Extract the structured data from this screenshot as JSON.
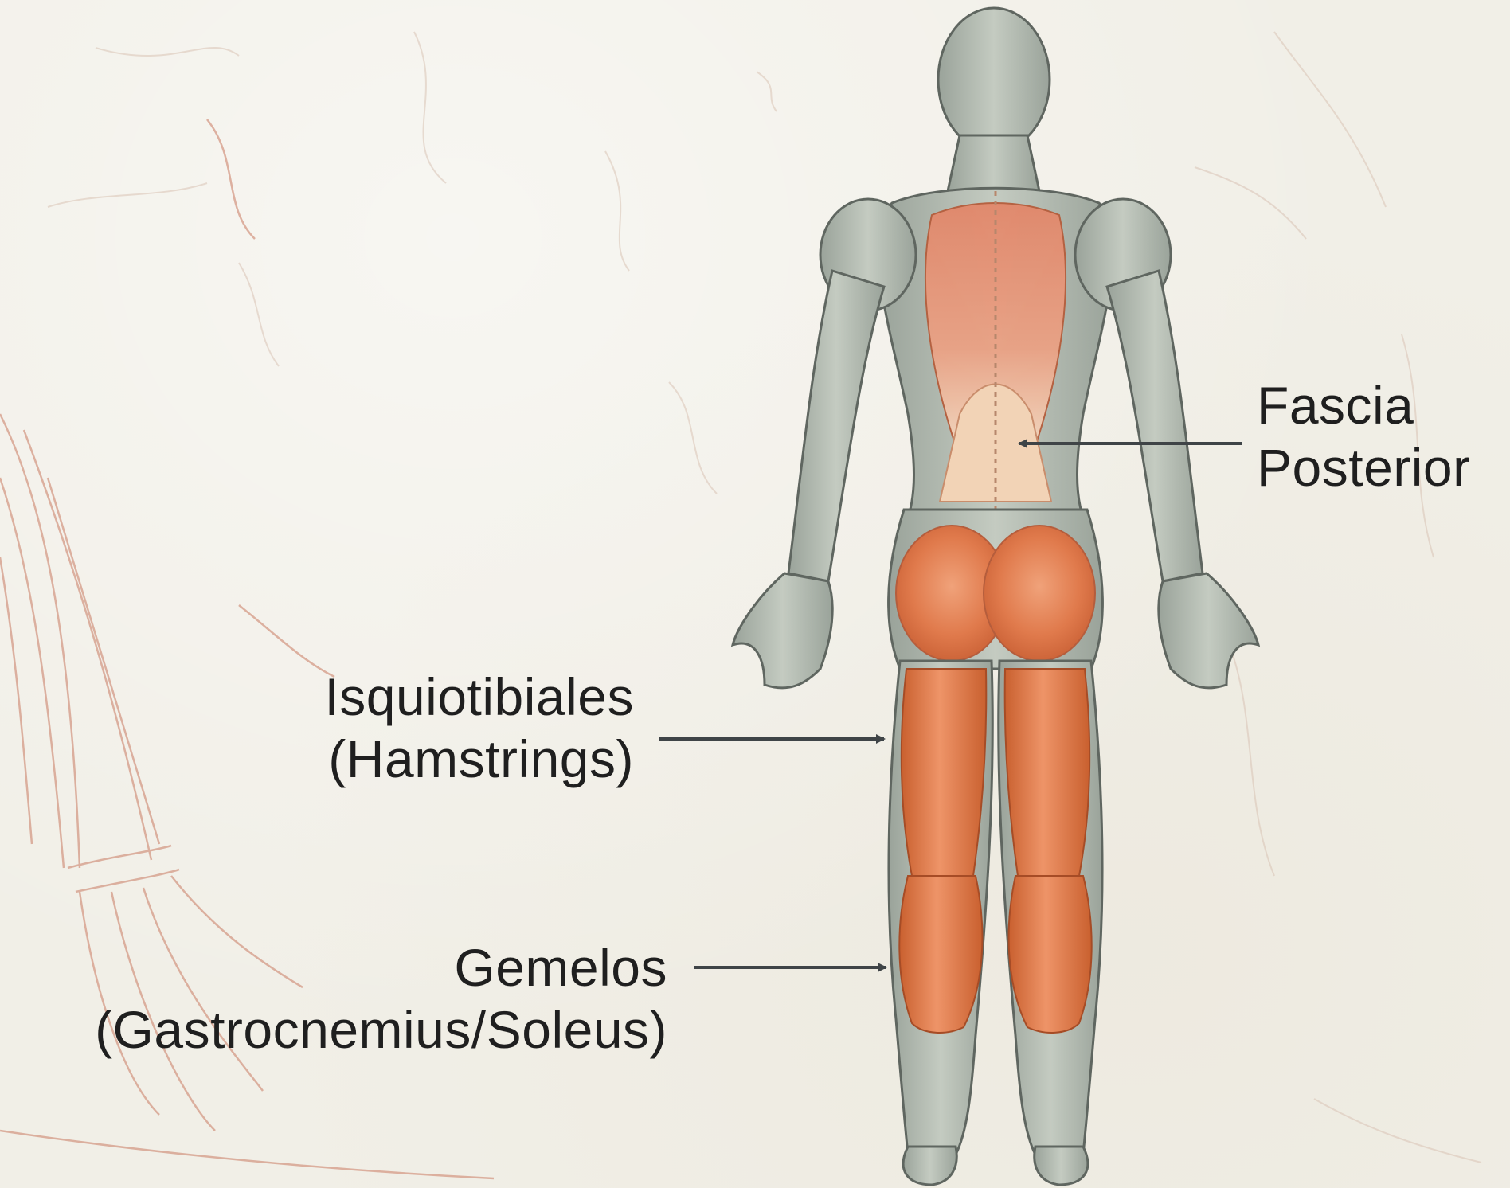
{
  "labels": {
    "fascia": {
      "line1": "Fascia",
      "line2": "Posterior"
    },
    "hamstrings": {
      "line1": "Isquiotibiales",
      "line2": "(Hamstrings)"
    },
    "gemelos": {
      "line1": "Gemelos",
      "line2": "(Gastrocnemius/Soleus)"
    }
  },
  "colors": {
    "background": "#f1efe7",
    "body_gray": "#b3bbb0",
    "muscle_orange": "#e07a4c",
    "fascia_light": "#f2d3b6",
    "arrow": "#3f4447",
    "sketch": "#d49a86"
  },
  "icons": {
    "figure": "posterior-body-figure",
    "background-sketch": "sketched-arm-illustration",
    "arrows": "pointer-arrow-icon"
  }
}
